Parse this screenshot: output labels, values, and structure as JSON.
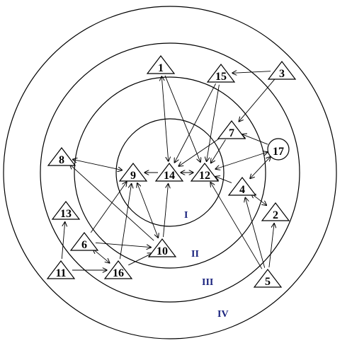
{
  "ring_labels": [
    "I",
    "II",
    "III",
    "IV"
  ],
  "nodes": [
    {
      "id": "1",
      "label": "1",
      "shape": "triangle"
    },
    {
      "id": "2",
      "label": "2",
      "shape": "triangle"
    },
    {
      "id": "3",
      "label": "3",
      "shape": "triangle"
    },
    {
      "id": "4",
      "label": "4",
      "shape": "triangle"
    },
    {
      "id": "5",
      "label": "5",
      "shape": "triangle"
    },
    {
      "id": "6",
      "label": "6",
      "shape": "triangle"
    },
    {
      "id": "7",
      "label": "7",
      "shape": "triangle"
    },
    {
      "id": "8",
      "label": "8",
      "shape": "triangle"
    },
    {
      "id": "9",
      "label": "9",
      "shape": "triangle"
    },
    {
      "id": "10",
      "label": "10",
      "shape": "triangle"
    },
    {
      "id": "11",
      "label": "11",
      "shape": "triangle"
    },
    {
      "id": "12",
      "label": "12",
      "shape": "triangle"
    },
    {
      "id": "13",
      "label": "13",
      "shape": "triangle"
    },
    {
      "id": "14",
      "label": "14",
      "shape": "triangle"
    },
    {
      "id": "15",
      "label": "15",
      "shape": "triangle"
    },
    {
      "id": "16",
      "label": "16",
      "shape": "triangle"
    },
    {
      "id": "17",
      "label": "17",
      "shape": "circle"
    }
  ],
  "edges": [
    {
      "from": "3",
      "to": "15",
      "dir": "forward"
    },
    {
      "from": "3",
      "to": "7",
      "dir": "forward"
    },
    {
      "from": "1",
      "to": "14",
      "dir": "both"
    },
    {
      "from": "1",
      "to": "12",
      "dir": "forward"
    },
    {
      "from": "15",
      "to": "14",
      "dir": "forward"
    },
    {
      "from": "15",
      "to": "12",
      "dir": "forward"
    },
    {
      "from": "17",
      "to": "7",
      "dir": "forward"
    },
    {
      "from": "7",
      "to": "14",
      "dir": "forward"
    },
    {
      "from": "7",
      "to": "12",
      "dir": "forward"
    },
    {
      "from": "17",
      "to": "12",
      "dir": "both"
    },
    {
      "from": "17",
      "to": "4",
      "dir": "both"
    },
    {
      "from": "14",
      "to": "9",
      "dir": "forward"
    },
    {
      "from": "14",
      "to": "12",
      "dir": "both"
    },
    {
      "from": "4",
      "to": "12",
      "dir": "forward"
    },
    {
      "from": "4",
      "to": "2",
      "dir": "both"
    },
    {
      "from": "8",
      "to": "9",
      "dir": "both"
    },
    {
      "from": "10",
      "to": "8",
      "dir": "forward"
    },
    {
      "from": "10",
      "to": "14",
      "dir": "forward"
    },
    {
      "from": "10",
      "to": "9",
      "dir": "both"
    },
    {
      "from": "6",
      "to": "9",
      "dir": "forward"
    },
    {
      "from": "6",
      "to": "10",
      "dir": "forward"
    },
    {
      "from": "6",
      "to": "16",
      "dir": "both"
    },
    {
      "from": "16",
      "to": "9",
      "dir": "forward"
    },
    {
      "from": "16",
      "to": "10",
      "dir": "forward"
    },
    {
      "from": "11",
      "to": "13",
      "dir": "forward"
    },
    {
      "from": "11",
      "to": "16",
      "dir": "forward"
    },
    {
      "from": "5",
      "to": "2",
      "dir": "forward"
    },
    {
      "from": "5",
      "to": "4",
      "dir": "forward"
    },
    {
      "from": "5",
      "to": "12",
      "dir": "forward"
    }
  ]
}
